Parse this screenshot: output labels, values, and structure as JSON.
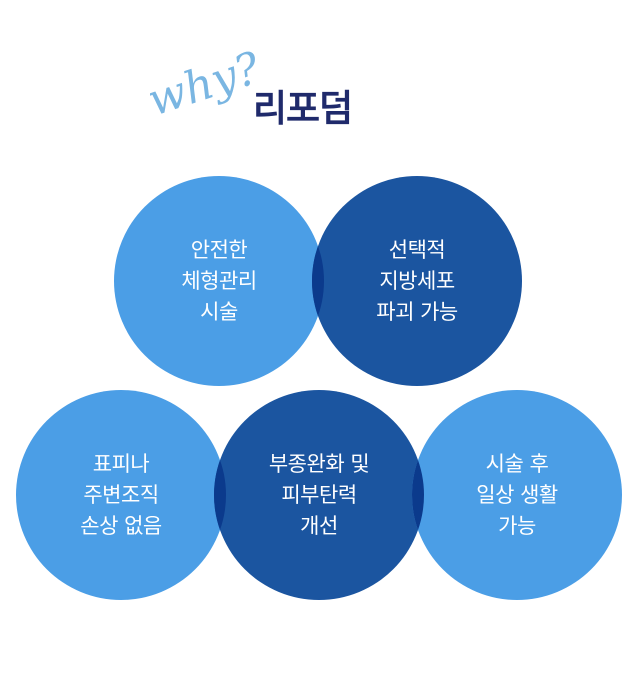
{
  "header": {
    "why_label": "why?",
    "brand_name": "리포덤"
  },
  "colors": {
    "light_circle": "#4b9ee6",
    "dark_circle": "#1b55a0",
    "overlap": "#0b3a8c",
    "why_text": "#7ab6e2",
    "brand_text": "#1f2a6b"
  },
  "features": [
    {
      "lines": [
        "안전한",
        "체형관리",
        "시술"
      ],
      "tone": "light"
    },
    {
      "lines": [
        "선택적",
        "지방세포",
        "파괴 가능"
      ],
      "tone": "dark"
    },
    {
      "lines": [
        "표피나",
        "주변조직",
        "손상 없음"
      ],
      "tone": "light"
    },
    {
      "lines": [
        "부종완화 및",
        "피부탄력",
        "개선"
      ],
      "tone": "dark"
    },
    {
      "lines": [
        "시술 후",
        "일상 생활",
        "가능"
      ],
      "tone": "light"
    }
  ]
}
